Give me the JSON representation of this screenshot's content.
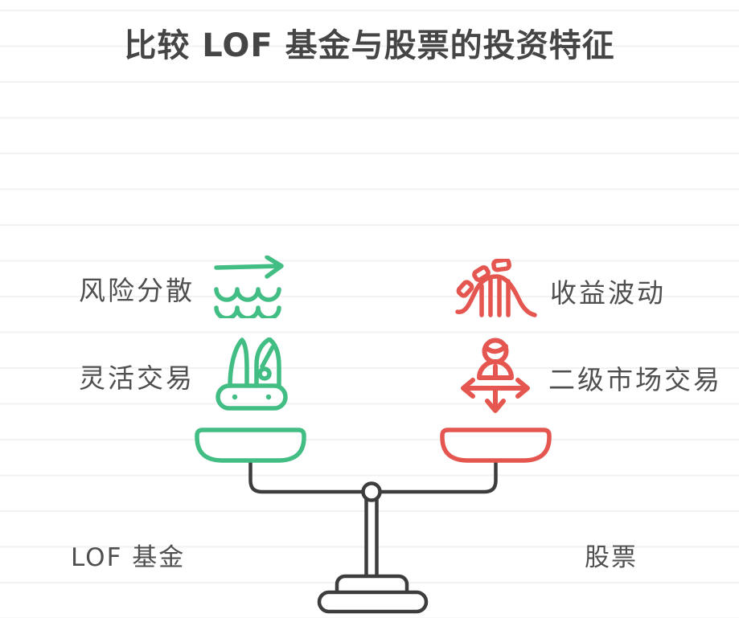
{
  "title": "比较 LOF 基金与股票的投资特征",
  "colors": {
    "green": "#42be84",
    "red": "#e4564f",
    "stroke_dark": "#3d3d3d",
    "text": "#4f4f4f",
    "title": "#454545",
    "ruling": "#f2f2f3",
    "bg": "#ffffff"
  },
  "left": {
    "side_label": "LOF 基金",
    "features": [
      {
        "label": "风险分散",
        "icon": "waves-arrow-icon"
      },
      {
        "label": "灵活交易",
        "icon": "swiss-knife-icon"
      }
    ]
  },
  "right": {
    "side_label": "股票",
    "features": [
      {
        "label": "收益波动",
        "icon": "rollercoaster-icon"
      },
      {
        "label": "二级市场交易",
        "icon": "person-move-icon"
      }
    ]
  },
  "centerpiece": "balance-scale"
}
